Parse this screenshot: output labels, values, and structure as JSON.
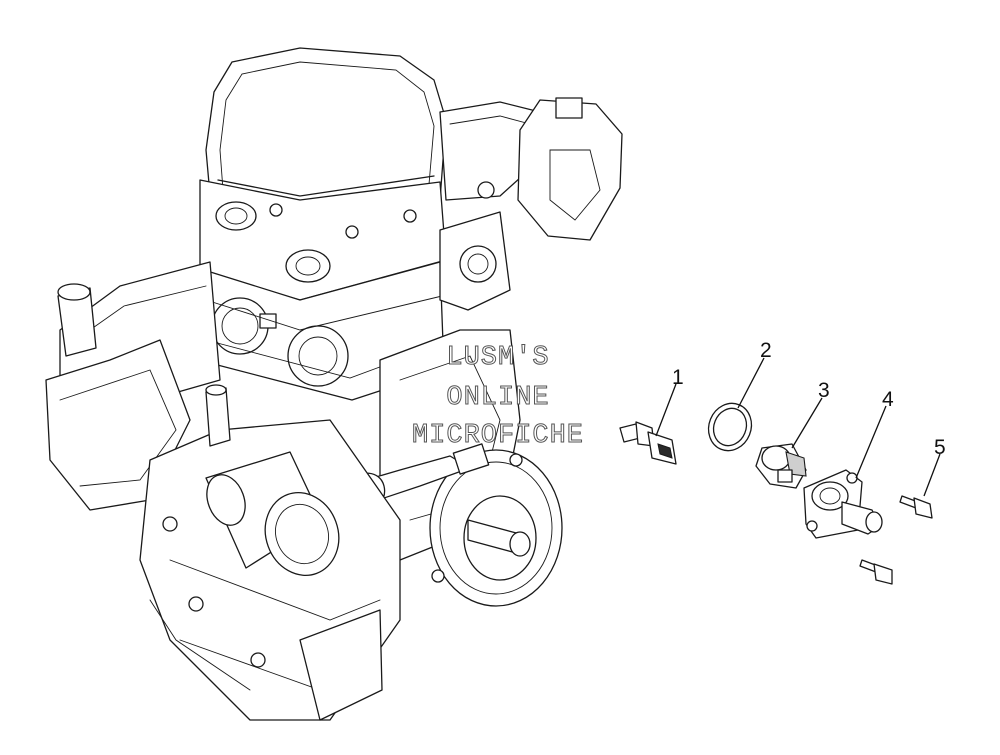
{
  "callouts": [
    {
      "id": "1",
      "label": "1"
    },
    {
      "id": "2",
      "label": "2"
    },
    {
      "id": "3",
      "label": "3"
    },
    {
      "id": "4",
      "label": "4"
    },
    {
      "id": "5",
      "label": "5"
    }
  ],
  "watermark": {
    "line1": "LUSM'S",
    "line2": "ONLINE",
    "line3": "MICROFICHE"
  }
}
